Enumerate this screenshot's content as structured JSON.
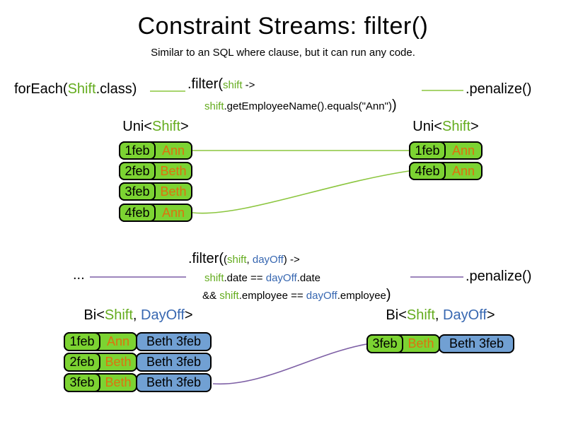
{
  "title": "Constraint Streams: filter()",
  "subtitle": "Similar to an SQL where clause, but it can run any code.",
  "colors": {
    "green_text": "#64AC1E",
    "blue_text": "#3767B1",
    "orange_text": "#DD720F",
    "card_green": "#7CD332",
    "card_blue": "#71A0D3",
    "line_green": "#8CC63F",
    "line_purple": "#7D5FA5"
  },
  "top": {
    "foreach": {
      "pre": "forEach(",
      "cls": "Shift",
      "post": ".class)"
    },
    "filter": {
      "method": ".filter(",
      "param": "shift",
      "arrow": " ->",
      "body_var": "shift",
      "body_rest": ".getEmployeeName().equals(\"Ann\")",
      "close": ")"
    },
    "penalize": ".penalize()",
    "left": {
      "label": {
        "pre": "Uni<",
        "t1": "Shift",
        "post": ">"
      },
      "rows": [
        {
          "date": "1feb",
          "name": "Ann"
        },
        {
          "date": "2feb",
          "name": "Beth"
        },
        {
          "date": "3feb",
          "name": "Beth"
        },
        {
          "date": "4feb",
          "name": "Ann"
        }
      ]
    },
    "right": {
      "label": {
        "pre": "Uni<",
        "t1": "Shift",
        "post": ">"
      },
      "rows": [
        {
          "date": "1feb",
          "name": "Ann"
        },
        {
          "date": "4feb",
          "name": "Ann"
        }
      ]
    }
  },
  "bottom": {
    "source": "...",
    "filter": {
      "method": ".filter(",
      "open": "(",
      "p1": "shift",
      "comma": ", ",
      "p2": "dayOff",
      "close_paren": ")",
      "arrow": " ->",
      "l2_a": "shift",
      "l2_b": ".date == ",
      "l2_c": "dayOff",
      "l2_d": ".date",
      "l3_a": "&& ",
      "l3_b": "shift",
      "l3_c": ".employee == ",
      "l3_d": "dayOff",
      "l3_e": ".employee",
      "close": ")"
    },
    "penalize": ".penalize()",
    "left": {
      "label": {
        "pre": "Bi<",
        "t1": "Shift",
        "sep": ", ",
        "t2": "DayOff",
        "post": ">"
      },
      "rows": [
        {
          "date": "1feb",
          "name": "Ann",
          "pair": "Beth 3feb"
        },
        {
          "date": "2feb",
          "name": "Beth",
          "pair": "Beth 3feb"
        },
        {
          "date": "3feb",
          "name": "Beth",
          "pair": "Beth 3feb"
        }
      ]
    },
    "right": {
      "label": {
        "pre": "Bi<",
        "t1": "Shift",
        "sep": ", ",
        "t2": "DayOff",
        "post": ">"
      },
      "rows": [
        {
          "date": "3feb",
          "name": "Beth",
          "pair": "Beth 3feb"
        }
      ]
    }
  }
}
